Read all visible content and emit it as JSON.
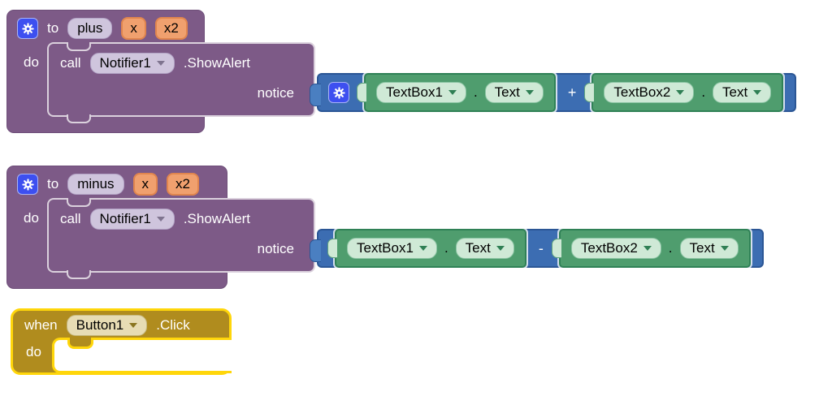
{
  "colors": {
    "procedure_purple": "#7d5a87",
    "math_blue": "#3c6db2",
    "getter_green": "#4f9d6e",
    "getter_pill_green": "#cfe9d6",
    "event_gold": "#b08c1e",
    "selection_highlight_yellow": "#ffd60a",
    "mutator_gear_blue": "#3d4ff0",
    "param_pill_orange": "#f0a06e",
    "field_pill_lavender": "#cfc5dd",
    "event_pill_tan": "#e7dcb4"
  },
  "procedure_plus": {
    "to_label": "to",
    "name": "plus",
    "params": [
      {
        "label": "x"
      },
      {
        "label": "x2"
      }
    ],
    "do_label": "do",
    "call": {
      "call_label": "call",
      "component": "Notifier1",
      "method": ".ShowAlert",
      "arg_label": "notice"
    },
    "expression": {
      "operator": "+",
      "left": {
        "component": "TextBox1",
        "dot": ".",
        "property": "Text"
      },
      "right": {
        "component": "TextBox2",
        "dot": ".",
        "property": "Text"
      }
    }
  },
  "procedure_minus": {
    "to_label": "to",
    "name": "minus",
    "params": [
      {
        "label": "x"
      },
      {
        "label": "x2"
      }
    ],
    "do_label": "do",
    "call": {
      "call_label": "call",
      "component": "Notifier1",
      "method": ".ShowAlert",
      "arg_label": "notice"
    },
    "expression": {
      "operator": "-",
      "left": {
        "component": "TextBox1",
        "dot": ".",
        "property": "Text"
      },
      "right": {
        "component": "TextBox2",
        "dot": ".",
        "property": "Text"
      }
    }
  },
  "event_block": {
    "when_label": "when",
    "component": "Button1",
    "event": ".Click",
    "do_label": "do"
  }
}
